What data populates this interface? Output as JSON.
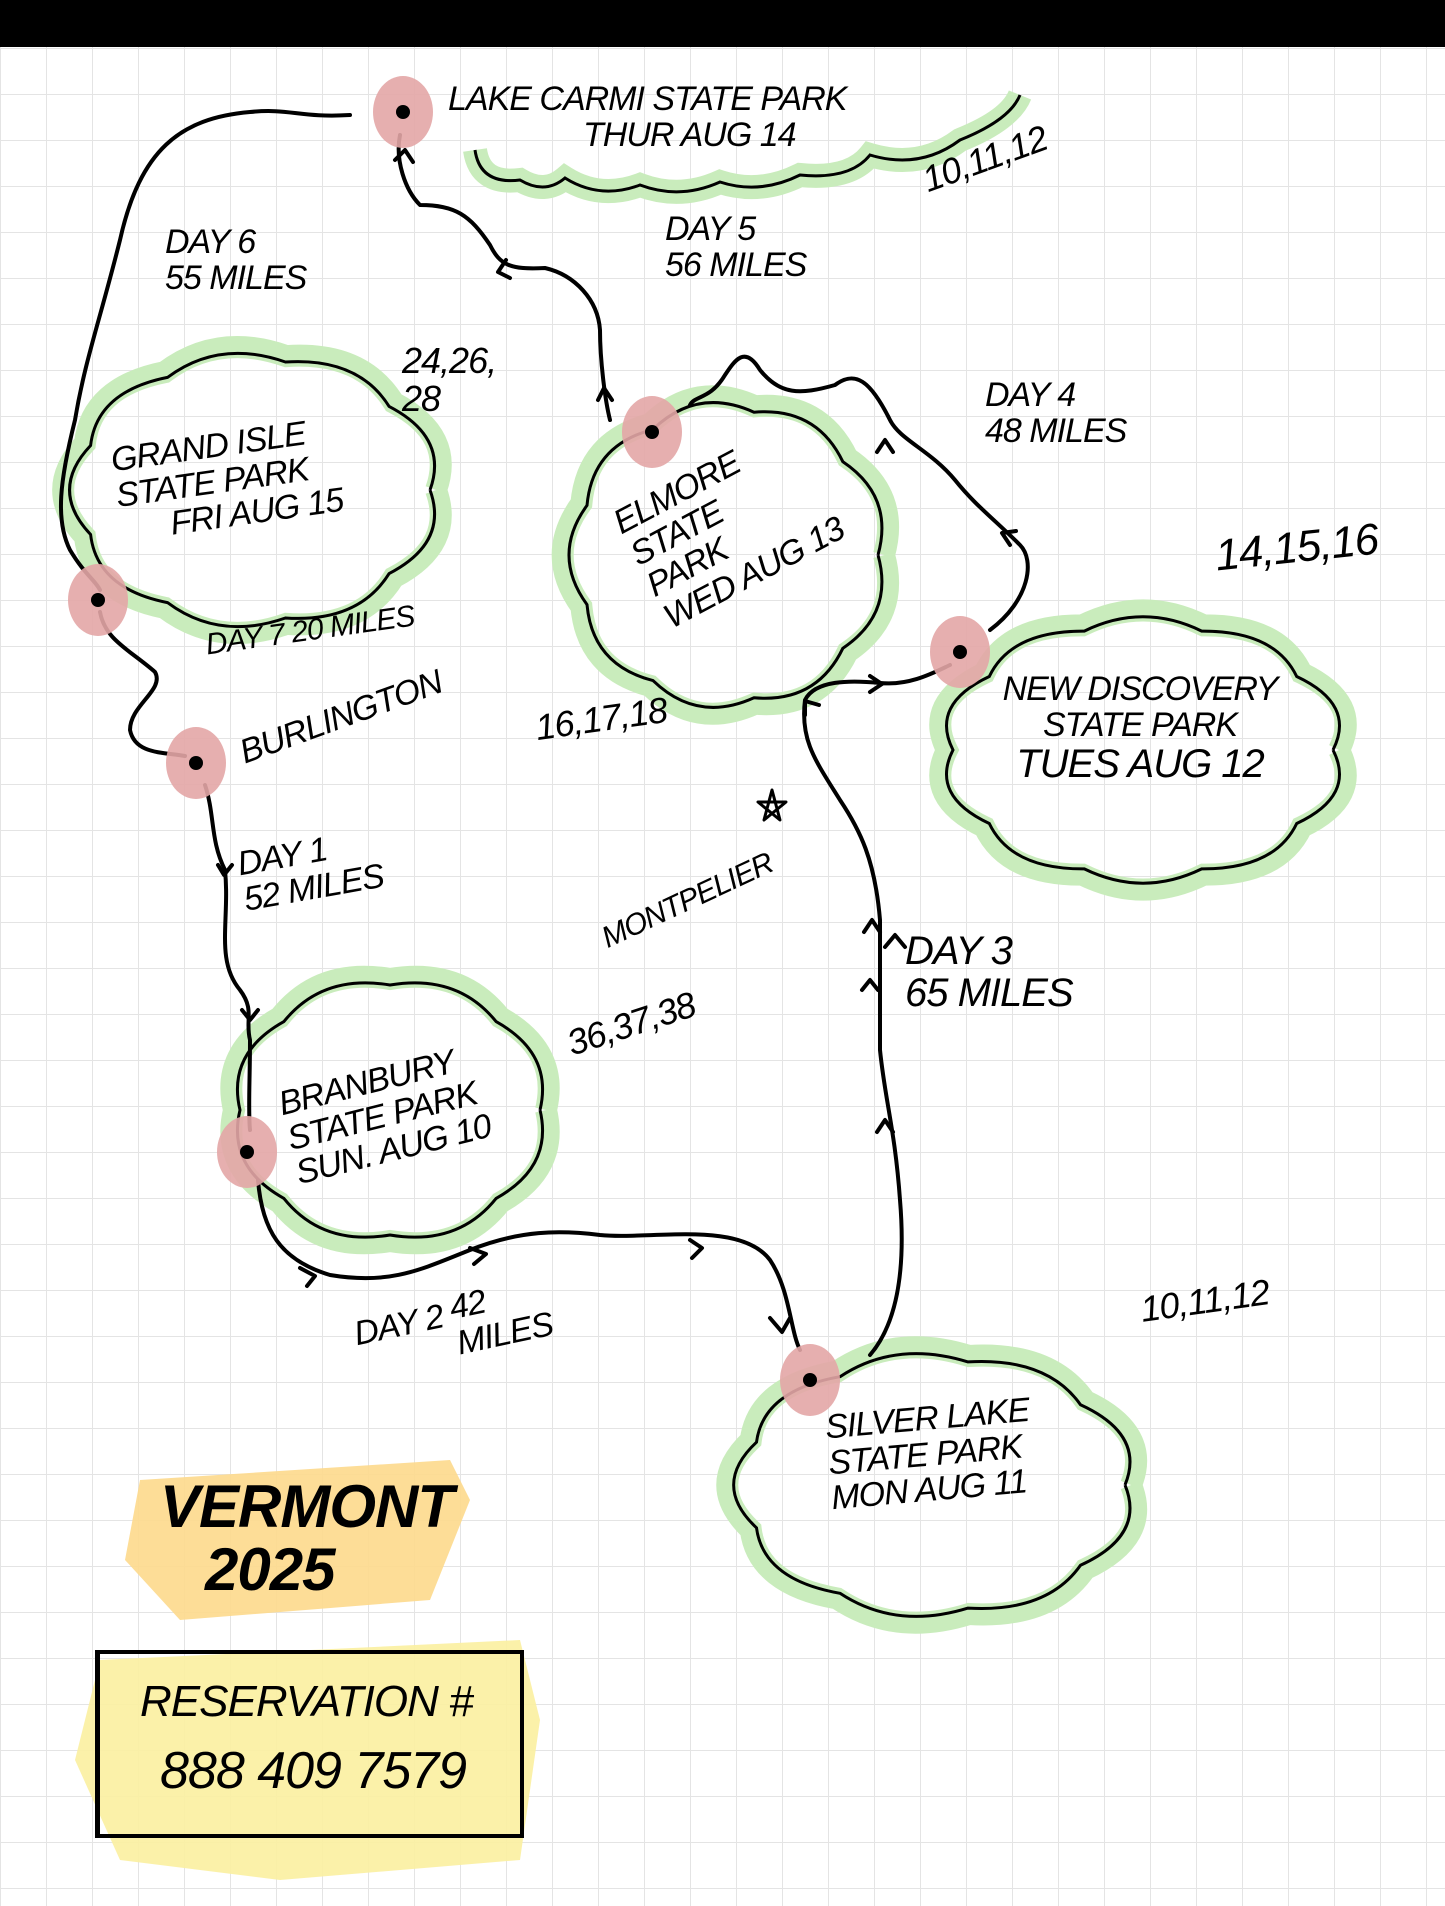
{
  "title": {
    "line1": "Vermont",
    "line2": "2025"
  },
  "reservation": {
    "label": "Reservation #",
    "number": "888 409 7579"
  },
  "parks": [
    {
      "name": "Lake Carmi State Park",
      "date": "Thur Aug 14",
      "sites": "10,11,12"
    },
    {
      "name": "Grand Isle State Park",
      "date": "Fri Aug 15",
      "sites": "24,26, 28"
    },
    {
      "name": "Elmore State Park",
      "date": "Wed Aug 13",
      "sites": "16,17,18"
    },
    {
      "name": "New Discovery State Park",
      "date": "Tues Aug 12",
      "sites": "14,15,16"
    },
    {
      "name": "Branbury State Park",
      "date": "Sun. Aug 10",
      "sites": "36,37,38"
    },
    {
      "name": "Silver Lake State Park",
      "date": "Mon Aug 11",
      "sites": "10,11,12"
    }
  ],
  "start": "Burlington",
  "landmark": "Montpelier",
  "legs": [
    {
      "day": "Day 1",
      "miles": "52 Miles"
    },
    {
      "day": "Day 2",
      "miles": "42 Miles"
    },
    {
      "day": "Day 3",
      "miles": "65 Miles"
    },
    {
      "day": "Day 4",
      "miles": "48 Miles"
    },
    {
      "day": "Day 5",
      "miles": "56 Miles"
    },
    {
      "day": "Day 6",
      "miles": "55 Miles"
    },
    {
      "day": "Day 7",
      "miles": "20 Miles"
    }
  ],
  "colors": {
    "cloud": "#c9ecbc",
    "stop": "#e3a6a6",
    "title_highlight": "#fdd98c",
    "reservation_highlight": "#fbf0a0"
  }
}
